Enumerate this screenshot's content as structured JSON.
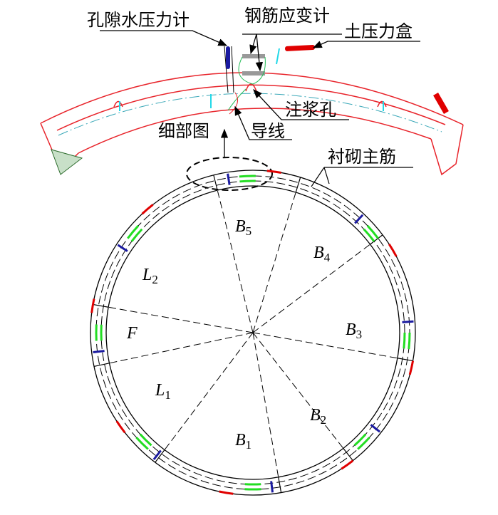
{
  "detail_labels": {
    "pore_pressure_gauge": "孔隙水压力计",
    "rebar_strain_gauge": "钢筋应变计",
    "earth_pressure_cell": "土压力盒",
    "grouting_hole": "注浆孔",
    "lead_wire": "导线",
    "detail_view": "细部图"
  },
  "ring_labels": {
    "main_rebar": "衬砌主筋"
  },
  "segments": [
    {
      "letter": "B",
      "sub": "5"
    },
    {
      "letter": "B",
      "sub": "4"
    },
    {
      "letter": "B",
      "sub": "3"
    },
    {
      "letter": "B",
      "sub": "2"
    },
    {
      "letter": "B",
      "sub": "1"
    },
    {
      "letter": "L",
      "sub": "1"
    },
    {
      "letter": "F",
      "sub": ""
    },
    {
      "letter": "L",
      "sub": "2"
    }
  ],
  "colors": {
    "lining": "#e8242b",
    "earth_pressure": "#e00000",
    "pore_pressure": "#1a1aa0",
    "strain_gauge": "#22dd22",
    "cyan": "#22d8e8"
  }
}
